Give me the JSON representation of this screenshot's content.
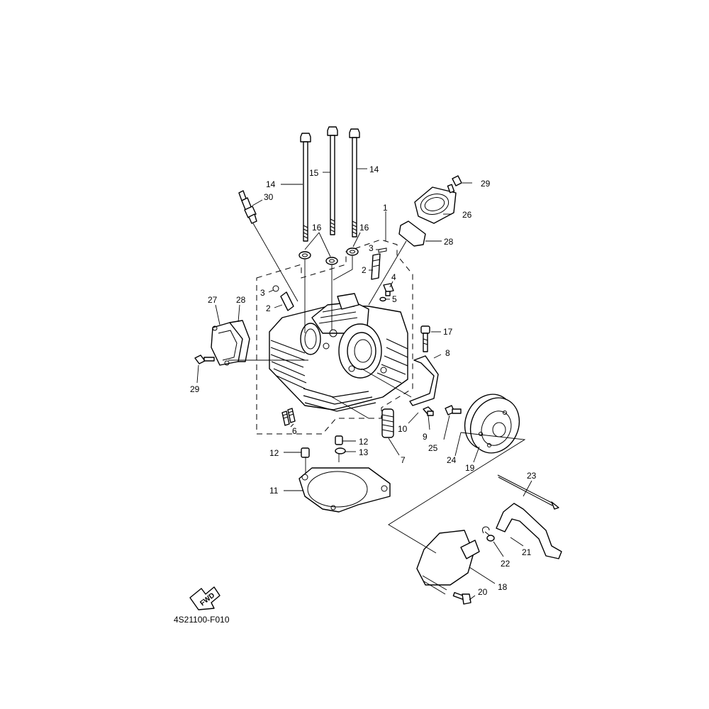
{
  "figure_code": "4S21100-F010",
  "fwd_label": "FWD",
  "callouts": [
    {
      "id": "c1",
      "text": "1"
    },
    {
      "id": "c2a",
      "text": "2"
    },
    {
      "id": "c2b",
      "text": "2"
    },
    {
      "id": "c3a",
      "text": "3"
    },
    {
      "id": "c3b",
      "text": "3"
    },
    {
      "id": "c4",
      "text": "4"
    },
    {
      "id": "c5",
      "text": "5"
    },
    {
      "id": "c6",
      "text": "6"
    },
    {
      "id": "c7",
      "text": "7"
    },
    {
      "id": "c8",
      "text": "8"
    },
    {
      "id": "c9",
      "text": "9"
    },
    {
      "id": "c10",
      "text": "10"
    },
    {
      "id": "c11",
      "text": "11"
    },
    {
      "id": "c12a",
      "text": "12"
    },
    {
      "id": "c12b",
      "text": "12"
    },
    {
      "id": "c13",
      "text": "13"
    },
    {
      "id": "c14a",
      "text": "14"
    },
    {
      "id": "c14b",
      "text": "14"
    },
    {
      "id": "c15",
      "text": "15"
    },
    {
      "id": "c16a",
      "text": "16"
    },
    {
      "id": "c16b",
      "text": "16"
    },
    {
      "id": "c17",
      "text": "17"
    },
    {
      "id": "c18",
      "text": "18"
    },
    {
      "id": "c19",
      "text": "19"
    },
    {
      "id": "c20",
      "text": "20"
    },
    {
      "id": "c21",
      "text": "21"
    },
    {
      "id": "c22",
      "text": "22"
    },
    {
      "id": "c23",
      "text": "23"
    },
    {
      "id": "c24",
      "text": "24"
    },
    {
      "id": "c25",
      "text": "25"
    },
    {
      "id": "c26",
      "text": "26"
    },
    {
      "id": "c27",
      "text": "27"
    },
    {
      "id": "c28a",
      "text": "28"
    },
    {
      "id": "c28b",
      "text": "28"
    },
    {
      "id": "c29a",
      "text": "29"
    },
    {
      "id": "c29b",
      "text": "29"
    },
    {
      "id": "c30",
      "text": "30"
    }
  ]
}
